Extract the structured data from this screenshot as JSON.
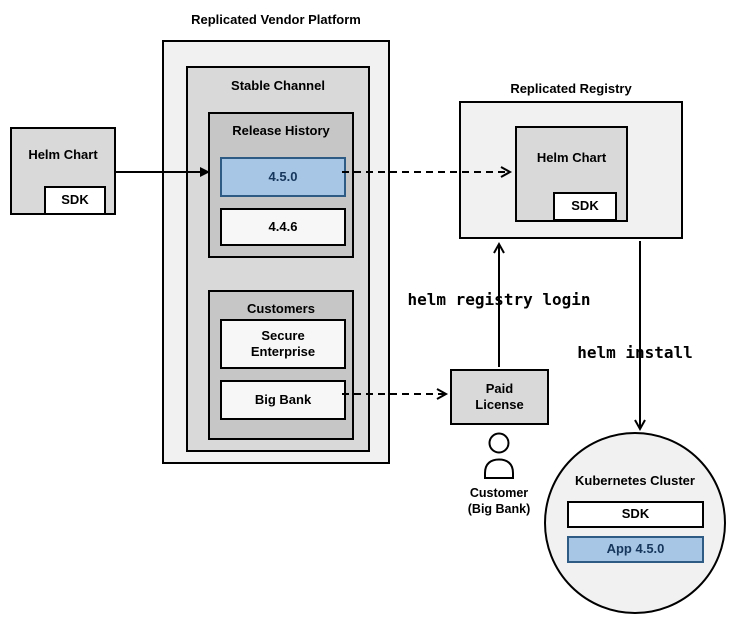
{
  "titles": {
    "vendor_platform": "Replicated Vendor Platform",
    "registry": "Replicated Registry"
  },
  "vendor_platform": {
    "stable_channel_label": "Stable Channel",
    "release_history": {
      "label": "Release History",
      "versions": [
        {
          "label": "4.5.0",
          "highlighted": true
        },
        {
          "label": "4.4.6",
          "highlighted": false
        }
      ]
    },
    "customers": {
      "label": "Customers",
      "secure_enterprise_line1": "Secure",
      "secure_enterprise_line2": "Enterprise",
      "big_bank": "Big Bank"
    }
  },
  "source_helm_chart": {
    "label": "Helm Chart",
    "sdk": "SDK"
  },
  "registry": {
    "helm_chart_label": "Helm Chart",
    "sdk": "SDK"
  },
  "paid_license": {
    "line1": "Paid",
    "line2": "License"
  },
  "customer": {
    "line1": "Customer",
    "line2": "(Big Bank)"
  },
  "commands": {
    "registry_login": "helm registry login",
    "install": "helm install"
  },
  "cluster": {
    "title": "Kubernetes Cluster",
    "sdk": "SDK",
    "app": "App 4.5.0"
  },
  "colors": {
    "highlight_fill": "#a7c6e5",
    "highlight_border": "#2d5b84",
    "highlight_text": "#16365c"
  }
}
